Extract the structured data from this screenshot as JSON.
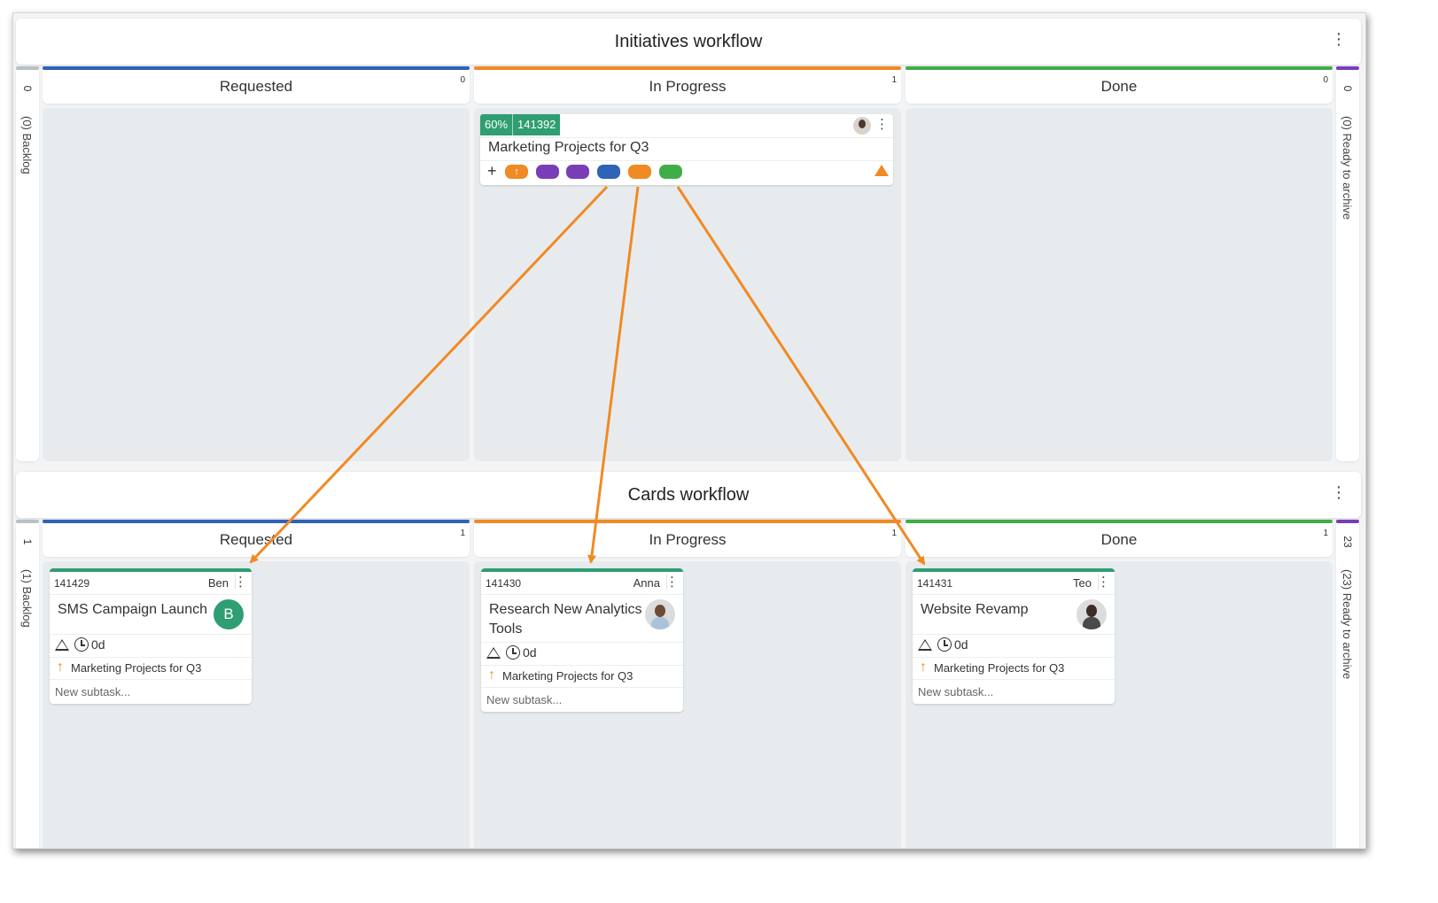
{
  "colors": {
    "requested": "#2e63b8",
    "in_progress": "#f08a24",
    "done": "#3fae49",
    "archive": "#7a3db8",
    "backlog": "#b9c0c6",
    "accent": "#2f9e72"
  },
  "initiatives": {
    "title": "Initiatives workflow",
    "backlog_count": "0",
    "backlog_label": "(0) Backlog",
    "archive_count": "0",
    "archive_label": "(0) Ready to archive",
    "columns": [
      {
        "name": "Requested",
        "count": "0"
      },
      {
        "name": "In Progress",
        "count": "1"
      },
      {
        "name": "Done",
        "count": "0"
      }
    ],
    "card": {
      "progress": "60%",
      "id": "141392",
      "title": "Marketing Projects for Q3",
      "chips": [
        "orange",
        "purple",
        "purple",
        "blue",
        "orange",
        "green"
      ],
      "icons": [
        "plus-icon",
        "arrow-up-icon",
        "warning-icon",
        "avatar",
        "kebab-icon"
      ]
    }
  },
  "cards": {
    "title": "Cards workflow",
    "backlog_count": "1",
    "backlog_label": "(1) Backlog",
    "archive_count": "23",
    "archive_label": "(23) Ready to archive",
    "columns": [
      {
        "name": "Requested",
        "count": "1"
      },
      {
        "name": "In Progress",
        "count": "1"
      },
      {
        "name": "Done",
        "count": "1"
      }
    ],
    "items": [
      {
        "id": "141429",
        "owner": "Ben",
        "title": "SMS Campaign Launch",
        "avatar_letter": "B",
        "time": "0d",
        "parent": "Marketing Projects for Q3",
        "subtask_placeholder": "New subtask..."
      },
      {
        "id": "141430",
        "owner": "Anna",
        "title": "Research New Analytics Tools",
        "time": "0d",
        "parent": "Marketing Projects for Q3",
        "subtask_placeholder": "New subtask..."
      },
      {
        "id": "141431",
        "owner": "Teo",
        "title": "Website Revamp",
        "time": "0d",
        "parent": "Marketing Projects for Q3",
        "subtask_placeholder": "New subtask..."
      }
    ]
  },
  "menu_glyph": "⋮"
}
